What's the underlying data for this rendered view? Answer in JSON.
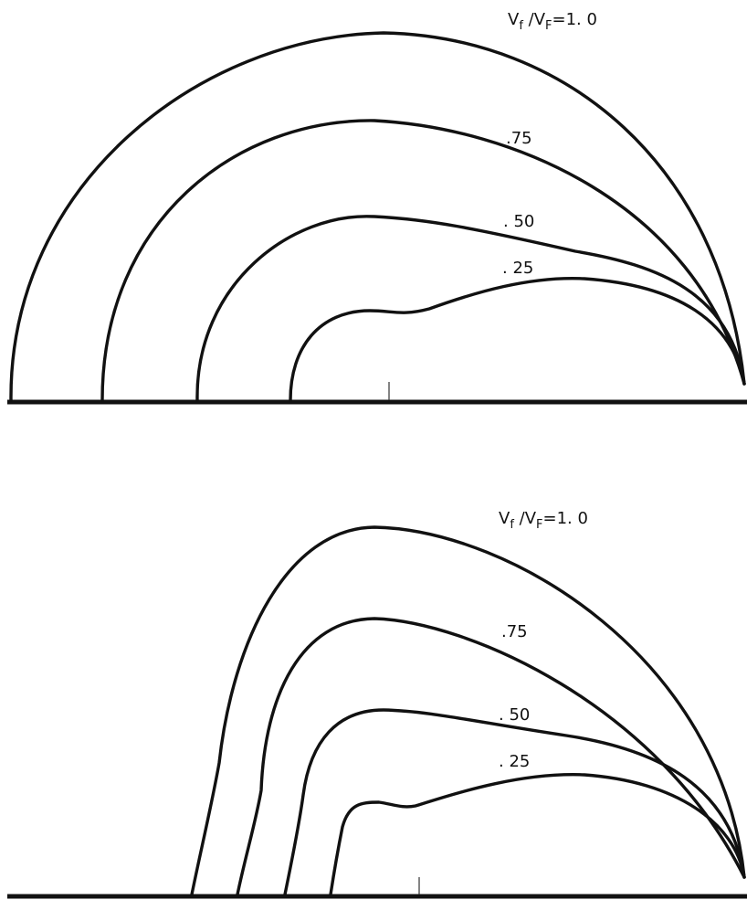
{
  "chart_data": [
    {
      "type": "line",
      "panel": "top",
      "series": [
        {
          "label": "V",
          "label_sub1": "f",
          "label_mid": " /V",
          "label_sub2": "F",
          "label_tail": "=1. 0"
        },
        {
          "label": ".75"
        },
        {
          "label": ". 50"
        },
        {
          "label": ". 25"
        }
      ]
    },
    {
      "type": "line",
      "panel": "bottom",
      "series": [
        {
          "label": "V",
          "label_sub1": "f",
          "label_mid": " /V",
          "label_sub2": "F",
          "label_tail": "=1. 0"
        },
        {
          "label": ".75"
        },
        {
          "label": ". 50"
        },
        {
          "label": ". 25"
        }
      ]
    }
  ]
}
